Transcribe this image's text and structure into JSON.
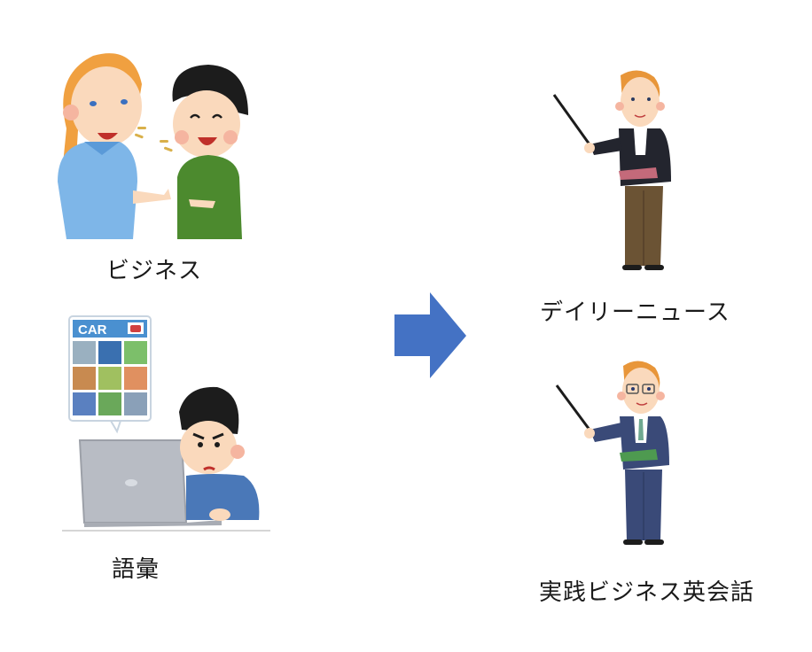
{
  "left": {
    "items": [
      {
        "label": "ビジネス",
        "illustration": "two-people-conversation"
      },
      {
        "label": "語彙",
        "illustration": "man-studying-laptop-car-vocabulary"
      }
    ],
    "vocab_card": {
      "title": "CAR"
    }
  },
  "arrow": {
    "direction": "right",
    "color": "#4472C4"
  },
  "right": {
    "items": [
      {
        "label": "デイリーニュース",
        "illustration": "teacher-with-pointer-black-jacket"
      },
      {
        "label": "実践ビジネス英会話",
        "illustration": "teacher-with-pointer-navy-suit-glasses"
      }
    ]
  }
}
